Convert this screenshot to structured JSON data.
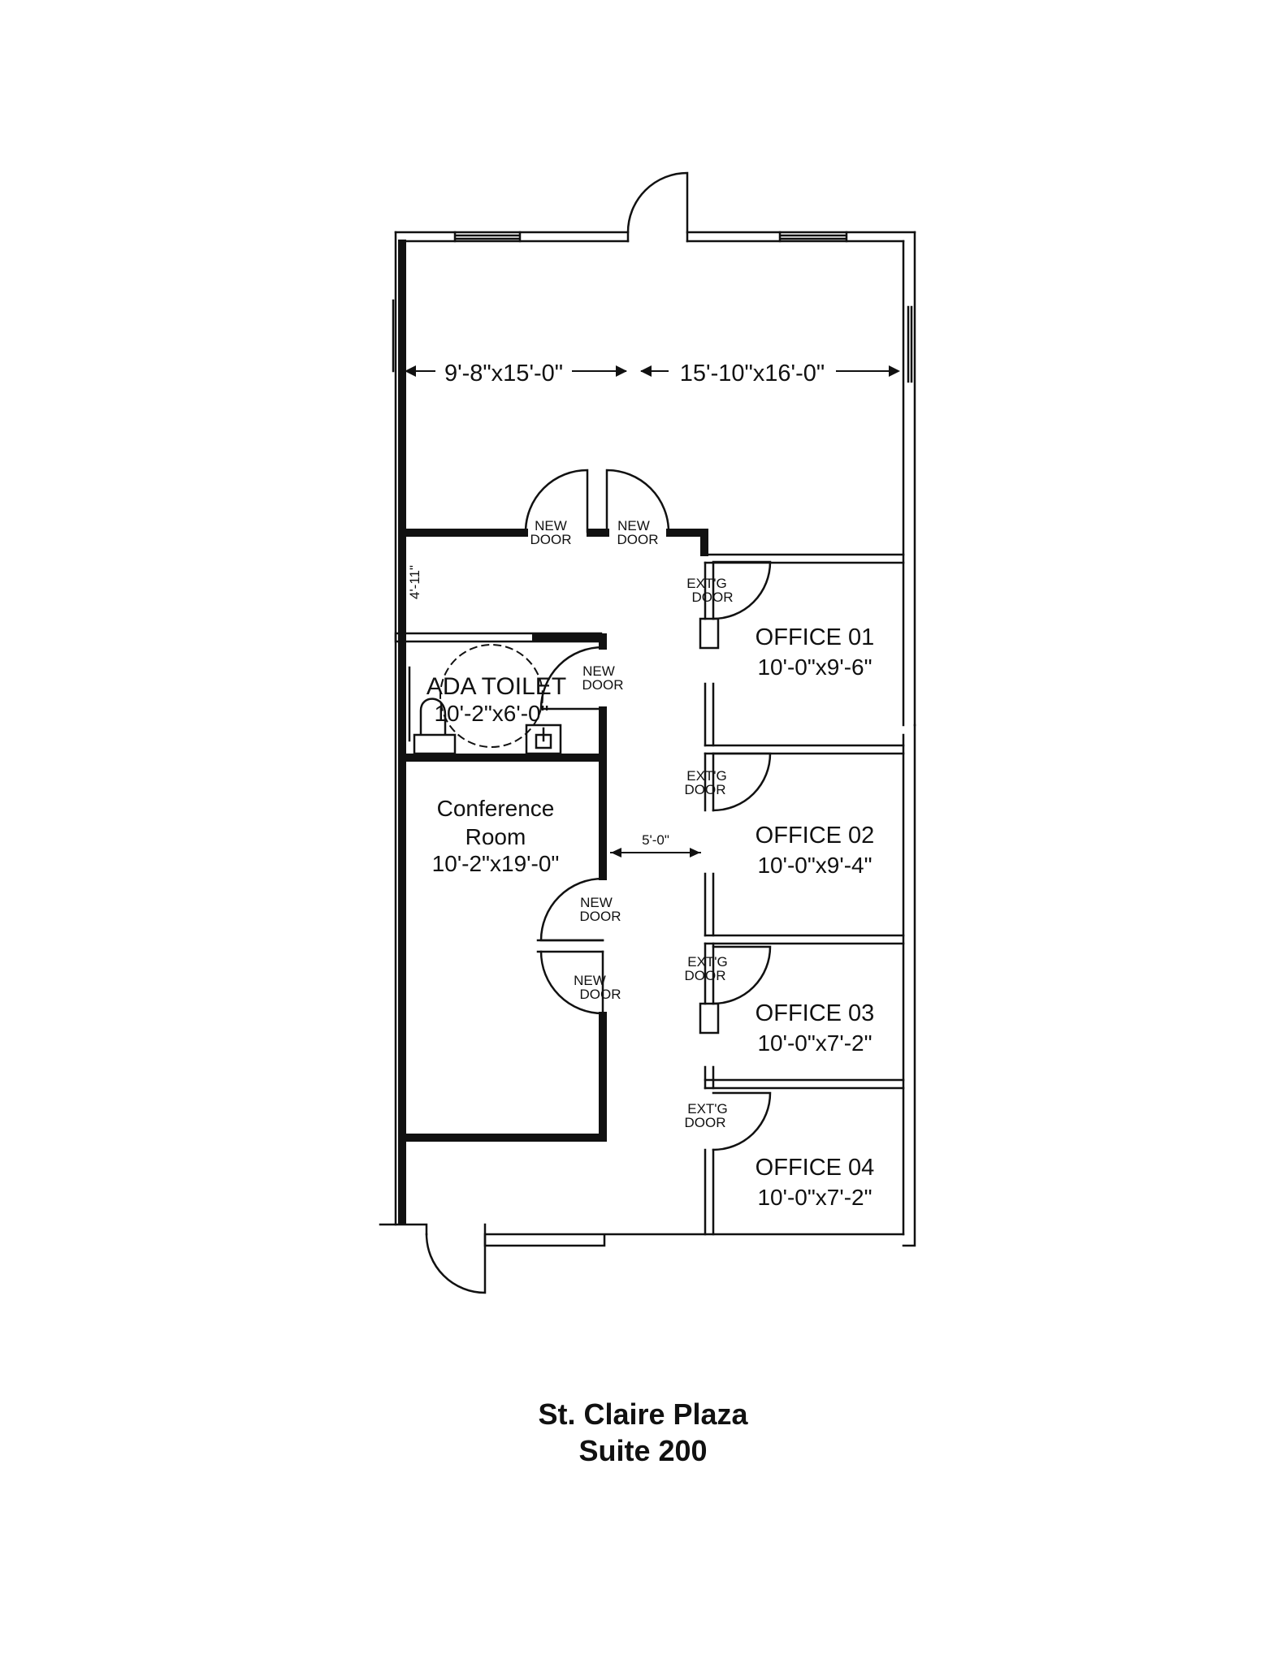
{
  "rooms": {
    "main_left_dim": "9'-8\"x15'-0\"",
    "main_right_dim": "15'-10\"x16'-0\"",
    "ada_name": "ADA TOILET",
    "ada_dim": "10'-2\"x6'-0\"",
    "conference_line1": "Conference",
    "conference_line2": "Room",
    "conference_dim": "10'-2\"x19'-0\"",
    "office01_name": "OFFICE 01",
    "office01_dim": "10'-0\"x9'-6\"",
    "office02_name": "OFFICE 02",
    "office02_dim": "10'-0\"x9'-4\"",
    "office03_name": "OFFICE 03",
    "office03_dim": "10'-0\"x7'-2\"",
    "office04_name": "OFFICE 04",
    "office04_dim": "10'-0\"x7'-2\""
  },
  "dimensions": {
    "corridor_width": "5'-0\"",
    "vertical_dim": "4'-11\""
  },
  "door_labels": {
    "new_line1": "NEW",
    "new_line2": "DOOR",
    "extg_line1": "EXT'G",
    "extg_line2": "DOOR"
  },
  "caption": {
    "line1": "St. Claire Plaza",
    "line2": "Suite 200"
  }
}
